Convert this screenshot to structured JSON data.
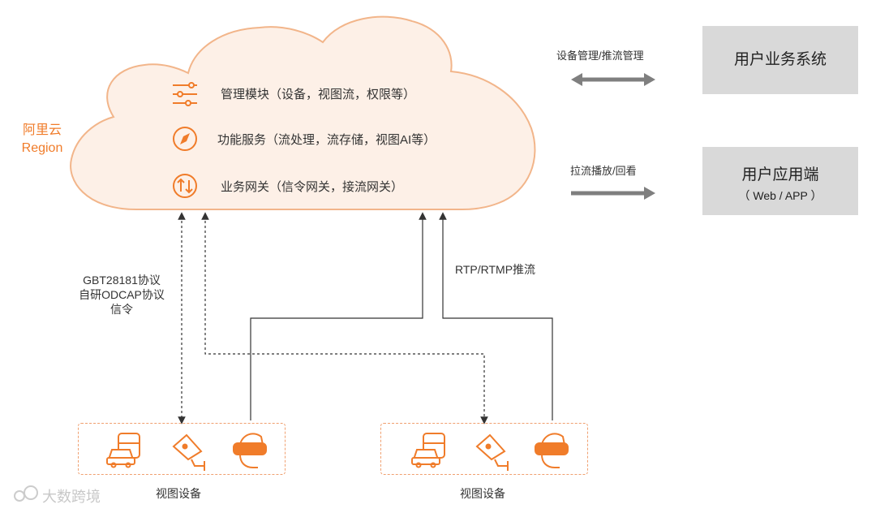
{
  "cloud": {
    "region_line1": "阿里云",
    "region_line2": "Region",
    "items": [
      {
        "icon": "sliders-icon",
        "label": "管理模块（设备，视图流，权限等）"
      },
      {
        "icon": "compass-icon",
        "label": "功能服务（流处理，流存储，视图AI等）"
      },
      {
        "icon": "up-down-arrows-icon",
        "label": "业务网关（信令网关，接流网关）"
      }
    ]
  },
  "systems": {
    "business": {
      "label": "用户业务系统",
      "link_label": "设备管理/推流管理"
    },
    "app": {
      "label": "用户应用端",
      "sub": "（ Web / APP ）",
      "link_label": "拉流播放/回看"
    }
  },
  "protocols": {
    "signaling_line1": "GBT28181协议",
    "signaling_line2": "自研ODCAP协议",
    "signaling_line3": "信令",
    "push": "RTP/RTMP推流"
  },
  "device_groups": [
    {
      "label": "视图设备",
      "icons": [
        "car-bus-icon",
        "surveillance-camera-icon",
        "vr-headset-icon"
      ]
    },
    {
      "label": "视图设备",
      "icons": [
        "car-bus-icon",
        "surveillance-camera-icon",
        "vr-headset-icon"
      ]
    }
  ],
  "watermark": "大数跨境",
  "colors": {
    "accent": "#f07c2a",
    "cloud_fill": "#fdf0e7",
    "cloud_stroke": "#f2b58a",
    "box_fill": "#d9d9d9",
    "arrow": "#7f7f7f"
  }
}
